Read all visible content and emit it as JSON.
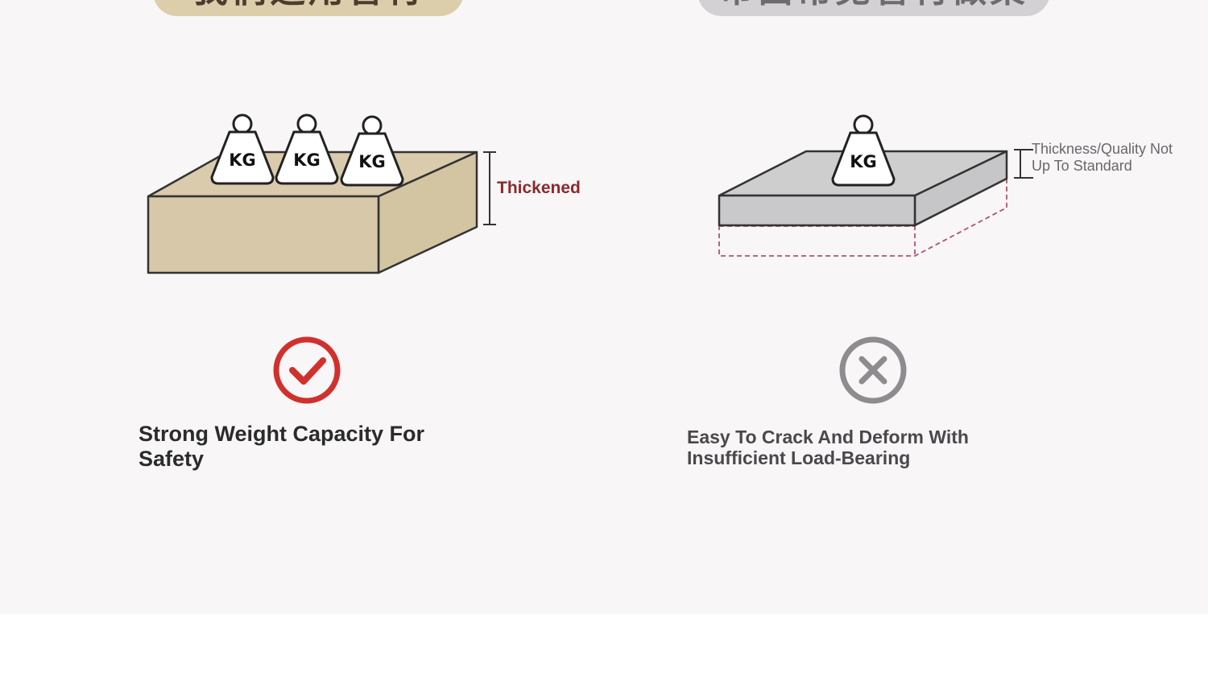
{
  "headers": {
    "left": "我们选用管材",
    "right": "市面常见管材做桌"
  },
  "left": {
    "weight_label": "KG",
    "thickness_label": "Thickened",
    "verdict_icon": "check-circle-icon",
    "caption": "Strong Weight Capacity For Safety"
  },
  "right": {
    "weight_label": "KG",
    "thickness_label": "Thickness/Quality Not Up To Standard",
    "verdict_icon": "x-circle-icon",
    "caption": "Easy To Crack And Deform With Insufficient Load-Bearing"
  },
  "colors": {
    "good": "#d0312d",
    "bad": "#8e8c8f",
    "wood": "#d6c8a8",
    "gray": "#c9c8ca"
  }
}
